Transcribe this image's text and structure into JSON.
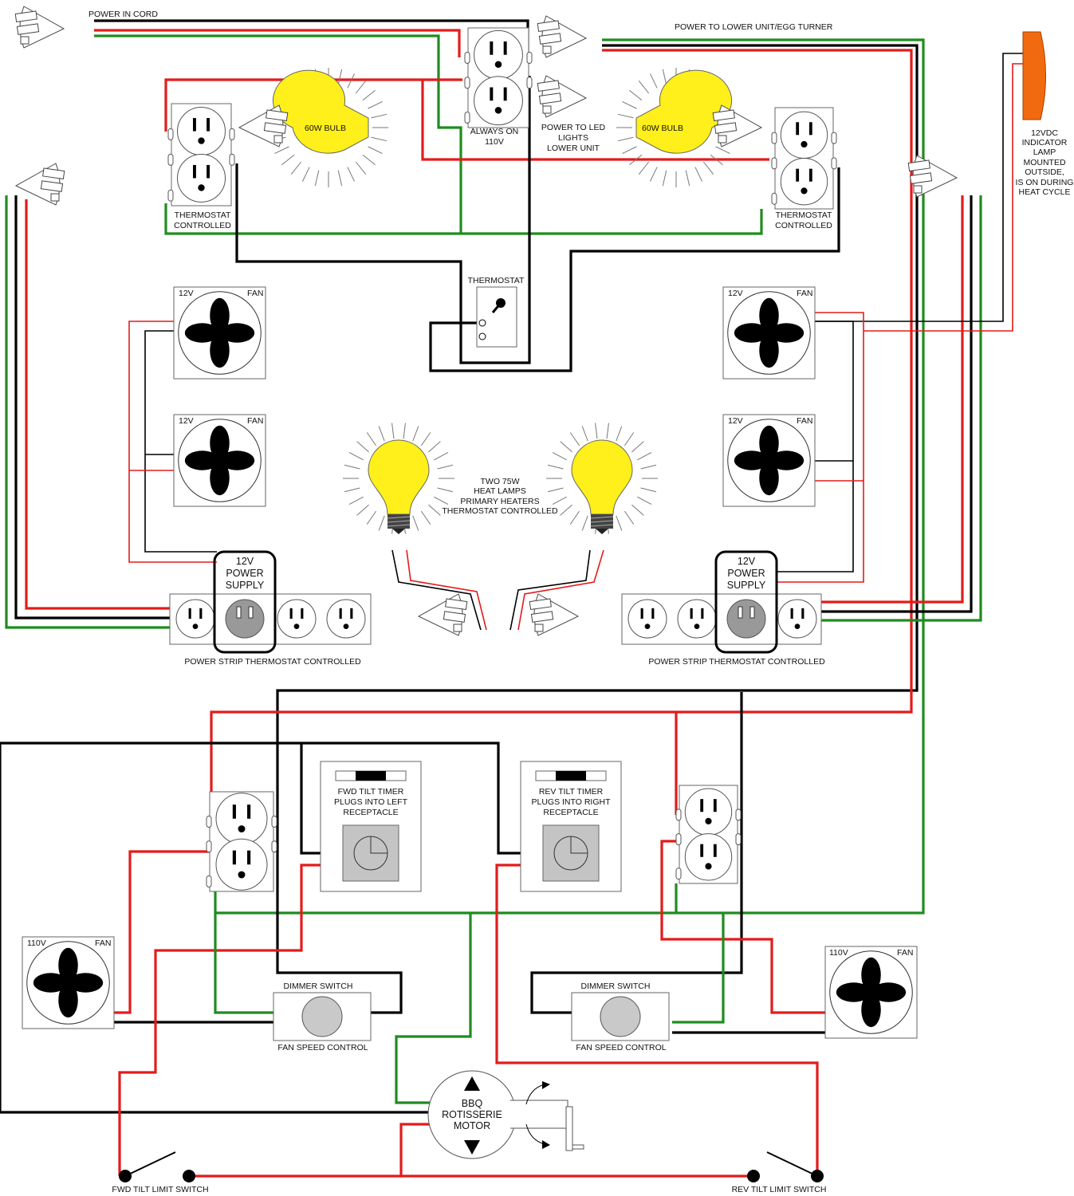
{
  "colors": {
    "hot": "#e31b1b",
    "neutral": "#000000",
    "ground": "#1f8c1f",
    "bulb": "#ffef1a",
    "lamp": "#f26a0f",
    "device_gray": "#c9c9c9"
  },
  "labels": {
    "power_in_cord": "POWER IN CORD",
    "power_lower_unit": "POWER TO LOWER UNIT/EGG TURNER",
    "always_on": [
      "ALWAYS ON",
      "110V"
    ],
    "power_led": [
      "POWER TO LED",
      "LIGHTS",
      "LOWER UNIT"
    ],
    "bulb_left": "60W BULB",
    "bulb_right": "60W BULB",
    "thermostat_controlled_left": [
      "THERMOSTAT",
      "CONTROLLED"
    ],
    "thermostat_controlled_right": [
      "THERMOSTAT",
      "CONTROLLED"
    ],
    "indicator": [
      "12VDC",
      "INDICATOR",
      "LAMP",
      "MOUNTED",
      "OUTSIDE,",
      "IS ON DURING",
      "HEAT CYCLE"
    ],
    "thermostat": "THERMOSTAT",
    "fan_12v": "12V",
    "fan": "FAN",
    "fan_110v": "110V",
    "heat_lamps": [
      "TWO 75W",
      "HEAT LAMPS",
      "PRIMARY HEATERS",
      "THERMOSTAT CONTROLLED"
    ],
    "power_supply": [
      "12V",
      "POWER",
      "SUPPLY"
    ],
    "power_strip_left": "POWER STRIP THERMOSTAT CONTROLLED",
    "power_strip_right": "POWER STRIP THERMOSTAT CONTROLLED",
    "fwd_timer": [
      "FWD TILT TIMER",
      "PLUGS INTO LEFT",
      "RECEPTACLE"
    ],
    "rev_timer": [
      "REV TILT TIMER",
      "PLUGS INTO RIGHT",
      "RECEPTACLE"
    ],
    "dimmer_switch": "DIMMER SWITCH",
    "fan_speed_control": "FAN SPEED CONTROL",
    "motor": [
      "BBQ",
      "ROTISSERIE",
      "MOTOR"
    ],
    "fwd_limit": "FWD TILT LIMIT SWITCH",
    "rev_limit": "REV TILT LIMIT SWITCH"
  }
}
